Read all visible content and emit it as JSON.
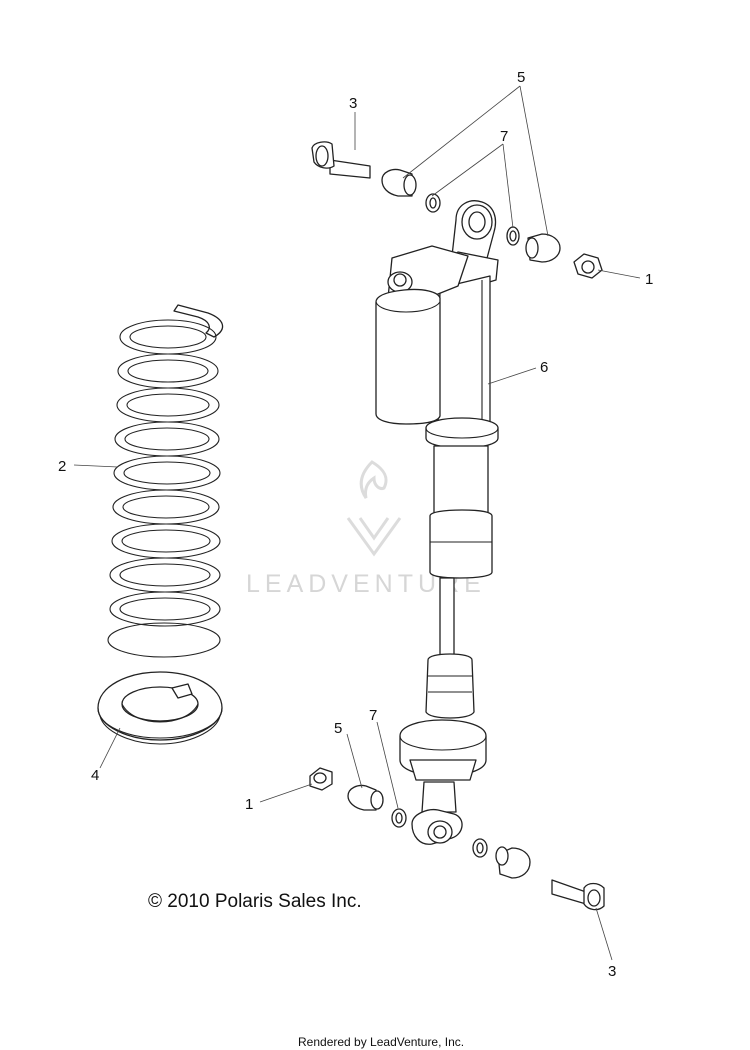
{
  "callouts": {
    "c1_top": "1",
    "c1_bottom": "1",
    "c2": "2",
    "c3_top": "3",
    "c3_bottom": "3",
    "c4": "4",
    "c5_top": "5",
    "c5_bottom": "5",
    "c6": "6",
    "c7_top": "7",
    "c7_bottom": "7"
  },
  "copyright": "© 2010 Polaris Sales Inc.",
  "watermark": "LEADVENTURE",
  "footer": "Rendered by LeadVenture, Inc."
}
